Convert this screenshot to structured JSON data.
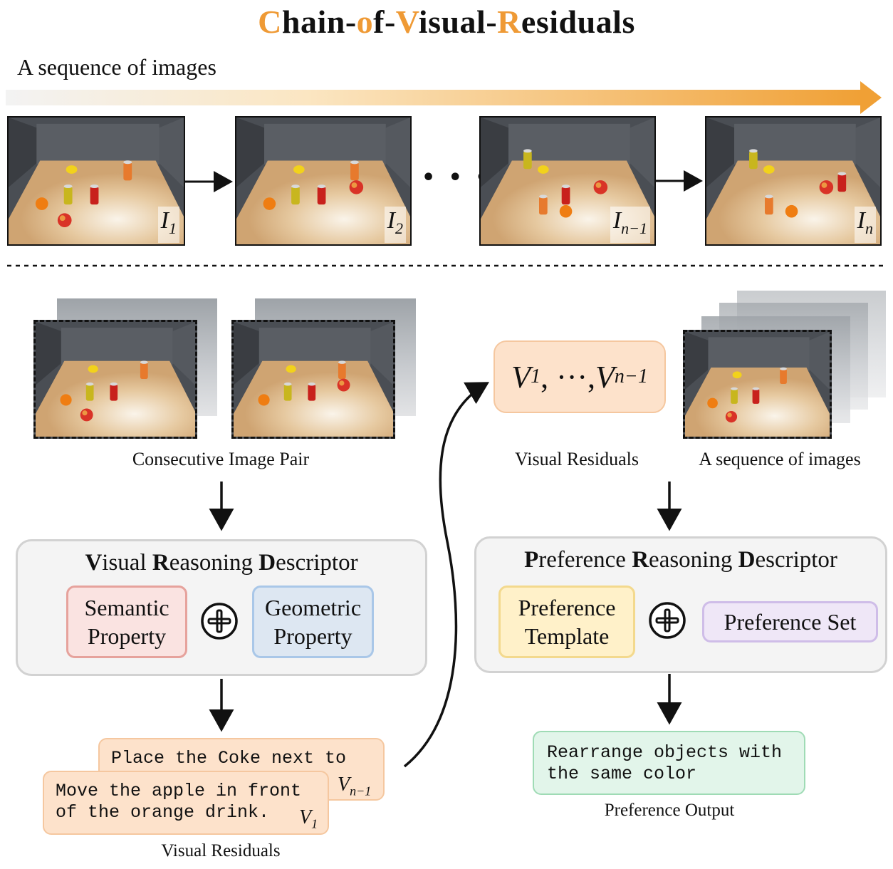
{
  "title": {
    "parts": [
      {
        "text": "C",
        "hl": true
      },
      {
        "text": "hain-",
        "hl": false
      },
      {
        "text": "o",
        "hl": true
      },
      {
        "text": "f-",
        "hl": false
      },
      {
        "text": "V",
        "hl": true
      },
      {
        "text": "isual-",
        "hl": false
      },
      {
        "text": "R",
        "hl": true
      },
      {
        "text": "esiduals",
        "hl": false
      }
    ]
  },
  "top": {
    "sequence_label": "A sequence of images",
    "ellipsis": "• • •",
    "frames": [
      {
        "label": "I",
        "sub": "1"
      },
      {
        "label": "I",
        "sub": "2"
      },
      {
        "label": "I",
        "sub": "n−1"
      },
      {
        "label": "I",
        "sub": "n"
      }
    ]
  },
  "left": {
    "pair_caption": "Consecutive Image Pair",
    "descriptor": {
      "title_parts": [
        {
          "text": "V",
          "bold": true
        },
        {
          "text": "isual ",
          "bold": false
        },
        {
          "text": "R",
          "bold": true
        },
        {
          "text": "easoning ",
          "bold": false
        },
        {
          "text": "D",
          "bold": true
        },
        {
          "text": "escriptor",
          "bold": false
        }
      ],
      "chip_a": "Semantic Property",
      "chip_b": "Geometric Property"
    },
    "residual_back_text": "Place the Coke next to",
    "residual_back_label": {
      "v": "V",
      "sub": "n−1"
    },
    "residual_front_text": "Move the apple in front of the orange drink.",
    "residual_front_label": {
      "v": "V",
      "sub": "1"
    },
    "residuals_caption": "Visual Residuals"
  },
  "right": {
    "residual_box": {
      "v1": "V",
      "s1": "1",
      "dots": ", ···, ",
      "v2": "V",
      "s2": "n−1"
    },
    "residuals_caption": "Visual Residuals",
    "sequence_caption": "A sequence of images",
    "descriptor": {
      "title_parts": [
        {
          "text": "P",
          "bold": true
        },
        {
          "text": "reference ",
          "bold": false
        },
        {
          "text": "R",
          "bold": true
        },
        {
          "text": "easoning ",
          "bold": false
        },
        {
          "text": "D",
          "bold": true
        },
        {
          "text": "escriptor",
          "bold": false
        }
      ],
      "chip_a": "Preference Template",
      "chip_b": "Preference Set"
    },
    "output_text": "Rearrange objects with the same color",
    "output_caption": "Preference Output"
  },
  "colors": {
    "accent": "#ef9a35",
    "arrow_start": "#f2f2f2",
    "arrow_end": "#f0a035"
  }
}
